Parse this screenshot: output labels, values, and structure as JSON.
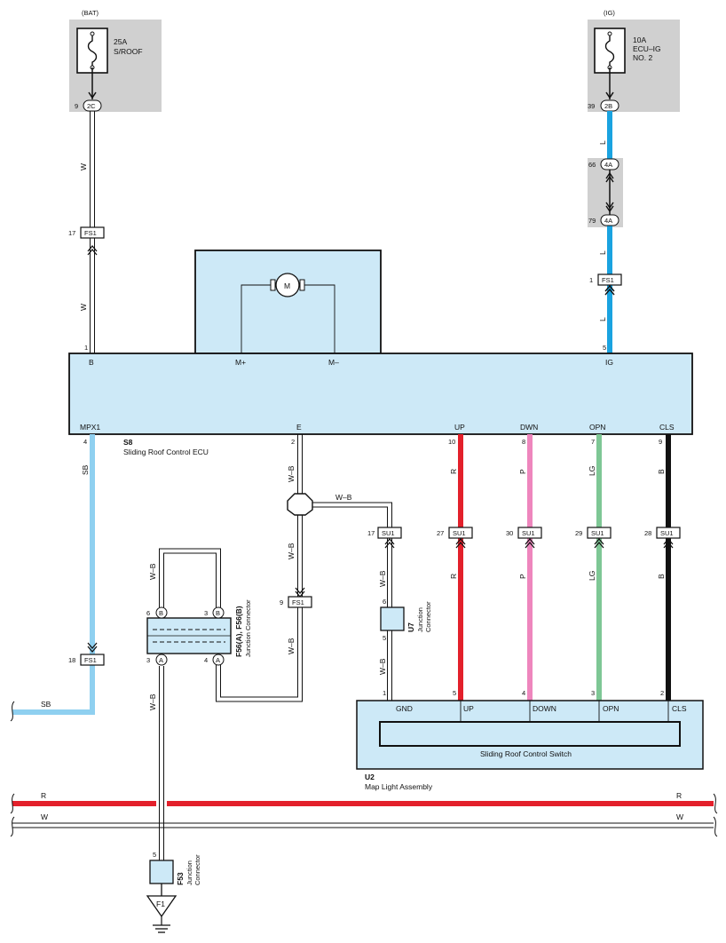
{
  "colors": {
    "box_fill": "#cde9f7",
    "gray_fill": "#d0d0d0",
    "wire_L": "#1aa3e0",
    "wire_SB": "#8fd0f0",
    "wire_R": "#e3202b",
    "wire_P": "#ee86bd",
    "wire_LG": "#7ec795",
    "wire_B": "#111111"
  },
  "fuse_bat": {
    "source": "(BAT)",
    "rating": "25A",
    "name": "S/ROOF",
    "conn": "2C",
    "pin": "9"
  },
  "fuse_ig": {
    "source": "(IG)",
    "rating": "10A",
    "name1": "ECU–IG",
    "name2": "NO. 2",
    "conn": "2B",
    "pin": "39"
  },
  "conn_4a": {
    "name": "4A",
    "pin_top": "66",
    "pin_bot": "79"
  },
  "fs1": {
    "name": "FS1",
    "pin_w_top": "17",
    "pin_ig": "1",
    "pin_mpx": "18",
    "pin_e": "9"
  },
  "wire_labels": {
    "W": "W",
    "L": "L",
    "SB": "SB",
    "WB": "W–B",
    "R": "R",
    "P": "P",
    "LG": "LG",
    "B": "B"
  },
  "ecu": {
    "id": "S8",
    "name": "Sliding Roof Control ECU",
    "motor": "M",
    "top_pins": [
      {
        "num": "1",
        "label": "B"
      },
      {
        "num": "",
        "label": "M+"
      },
      {
        "num": "",
        "label": "M–"
      },
      {
        "num": "5",
        "label": "IG"
      }
    ],
    "bottom_pins": [
      {
        "num": "4",
        "label": "MPX1"
      },
      {
        "num": "2",
        "label": "E"
      },
      {
        "num": "10",
        "label": "UP"
      },
      {
        "num": "8",
        "label": "DWN"
      },
      {
        "num": "7",
        "label": "OPN"
      },
      {
        "num": "9",
        "label": "CLS"
      }
    ]
  },
  "su1": {
    "name": "SU1",
    "pins": [
      "17",
      "27",
      "30",
      "29",
      "28"
    ]
  },
  "junction_f56": {
    "title": "F56(A), F56(B)",
    "subtitle": "Junction Connector",
    "pin_b_left": "6",
    "pin_b_right": "3",
    "pin_a_left": "3",
    "pin_a_right": "4",
    "letter_a": "A",
    "letter_b": "B"
  },
  "junction_u7": {
    "id": "U7",
    "line1": "Junction",
    "line2": "Connector",
    "pin_top": "6",
    "pin_bot": "5"
  },
  "junction_f53": {
    "id": "F53",
    "line1": "Junction",
    "line2": "Connector",
    "pin": "5"
  },
  "ground": {
    "name": "F1"
  },
  "switch": {
    "id": "U2",
    "assembly": "Map Light Assembly",
    "name": "Sliding Roof Control Switch",
    "pins": [
      {
        "num": "1",
        "label": "GND"
      },
      {
        "num": "5",
        "label": "UP"
      },
      {
        "num": "4",
        "label": "DOWN"
      },
      {
        "num": "3",
        "label": "OPN"
      },
      {
        "num": "2",
        "label": "CLS"
      }
    ]
  },
  "bus": {
    "left_label": "SB",
    "r_left": "R",
    "r_right": "R",
    "w_left": "W",
    "w_right": "W"
  }
}
